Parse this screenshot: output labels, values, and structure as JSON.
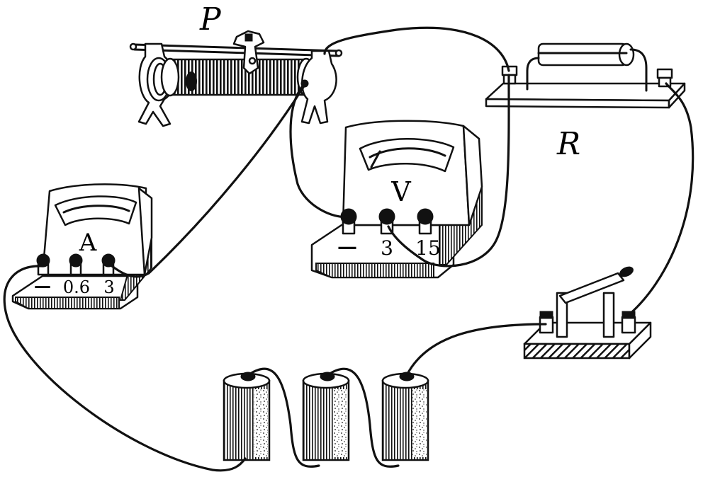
{
  "labels": {
    "rheostat": "P",
    "resistor": "R",
    "voltmeter": "V",
    "ammeter": "A"
  },
  "ammeter": {
    "terminals": [
      "—",
      "0.6",
      "3"
    ]
  },
  "voltmeter": {
    "terminals": [
      "—",
      "3",
      "15"
    ]
  },
  "battery_count": 3
}
